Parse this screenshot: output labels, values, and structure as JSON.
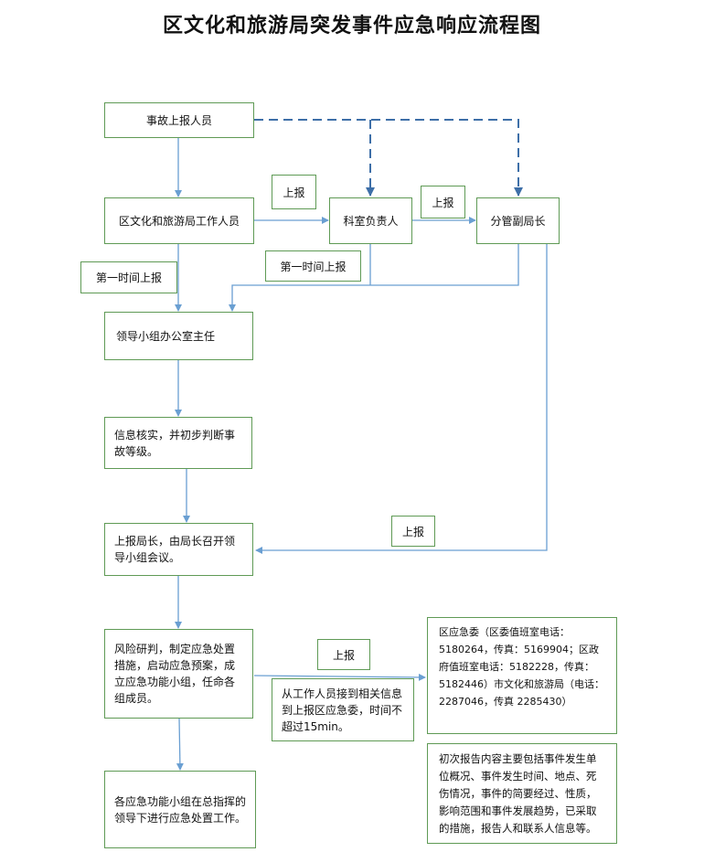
{
  "title": "区文化和旅游局突发事件应急响应流程图",
  "nodes": {
    "reporter": "事故上报人员",
    "staff": "区文化和旅游局工作人员",
    "section_head": "科室负责人",
    "deputy": "分管副局长",
    "office_director": "领导小组办公室主任",
    "verify": "信息核实，并初步判断事故等级。",
    "report_director": "上报局长，由局长召开领导小组会议。",
    "risk": "风险研判，制定应急处置措施，启动应急预案，成立应急功能小组，任命各组成员。",
    "groups": "各应急功能小组在总指挥的领导下进行应急处置工作。",
    "time_limit": "从工作人员接到相关信息到上报区应急委，时间不超过15min。",
    "contacts": "区应急委（区委值班室电话：5180264，传真：5169904；区政府值班室电话：5182228，传真：5182446）市文化和旅游局（电话：2287046，传真 2285430）",
    "report_content": "初次报告内容主要包括事件发生单位概况、事件发生时间、地点、死伤情况，事件的简要经过、性质，影响范围和事件发展趋势，已采取的措施，报告人和联系人信息等。"
  },
  "labels": {
    "report_1": "上报",
    "report_2": "上报",
    "first_time_1": "第一时间上报",
    "first_time_2": "第一时间上报",
    "report_3": "上报",
    "report_4": "上报"
  },
  "colors": {
    "line": "#6a9fd2",
    "dashed": "#3e6fa8",
    "border": "#5f9a55"
  }
}
